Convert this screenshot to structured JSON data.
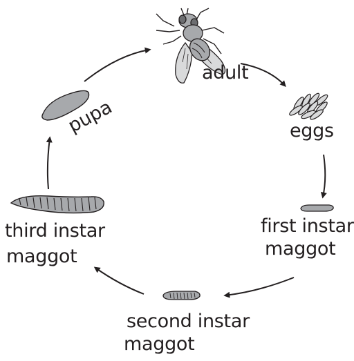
{
  "stages": {
    "adult": "adult",
    "eggs": "eggs",
    "first_instar": [
      "first instar",
      "maggot"
    ],
    "second_instar": [
      "second instar",
      "maggot"
    ],
    "third_instar": [
      "third instar",
      "maggot"
    ],
    "pupa": "pupa"
  },
  "colors": {
    "ink": "#231f20",
    "body_fill": "#a7a9ac",
    "wing_fill": "#d9dadb",
    "background": "#ffffff"
  }
}
